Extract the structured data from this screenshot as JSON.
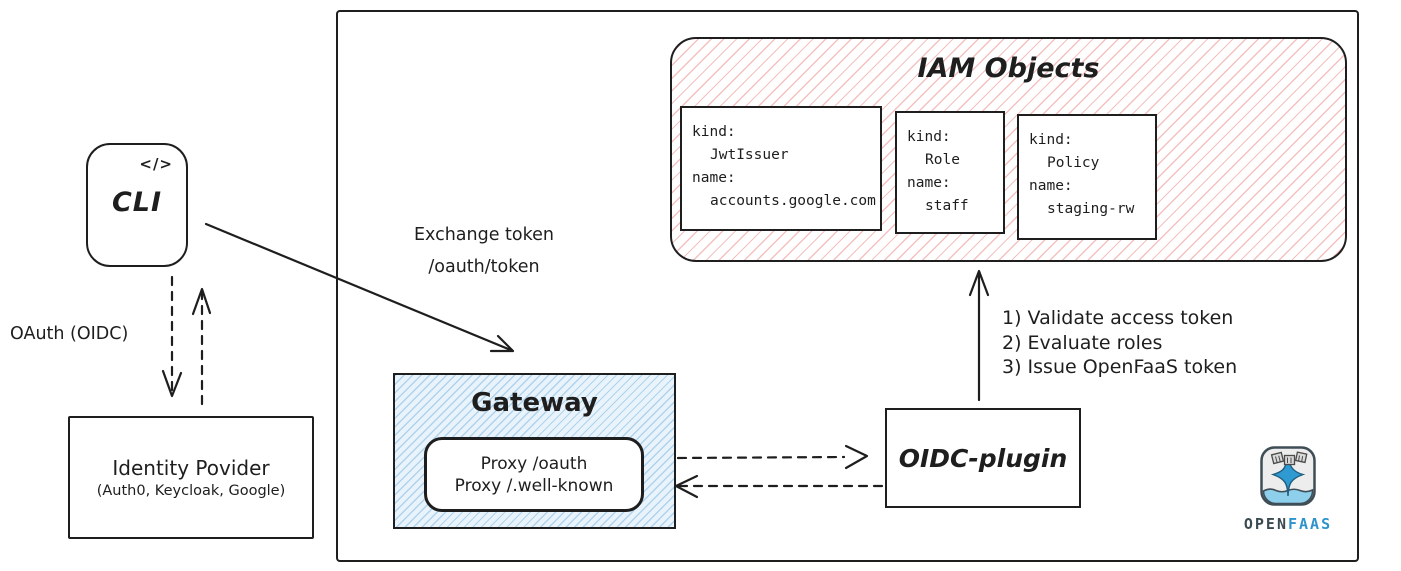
{
  "colors": {
    "ink": "#1e1e1e",
    "red_hatch": "#e66a6a",
    "blue_hatch": "#529ed4",
    "logo_blue": "#2d93cc",
    "logo_dark": "#3b4a52",
    "logo_water": "#8ecfec"
  },
  "cli": {
    "icon": "</>",
    "label": "CLI"
  },
  "oauth_label": "OAuth (OIDC)",
  "identity_provider": {
    "title": "Identity Povider",
    "subtitle": "(Auth0, Keycloak, Google)"
  },
  "exchange": {
    "line1": "Exchange token",
    "line2": "/oauth/token"
  },
  "gateway": {
    "title": "Gateway",
    "proxy_lines": [
      "Proxy /oauth",
      "Proxy /.well-known"
    ]
  },
  "oidc_plugin": {
    "label": "OIDC-plugin"
  },
  "steps": [
    "1) Validate access token",
    "2) Evaluate roles",
    "3) Issue OpenFaaS token"
  ],
  "iam": {
    "title": "IAM Objects",
    "kind_label": "kind:",
    "name_label": "name:",
    "objects": [
      {
        "kind": "JwtIssuer",
        "name": "accounts.google.com"
      },
      {
        "kind": "Role",
        "name": "staff"
      },
      {
        "kind": "Policy",
        "name": "staging-rw"
      }
    ]
  },
  "logo": {
    "open": "OPEN",
    "faas": "FAAS"
  }
}
